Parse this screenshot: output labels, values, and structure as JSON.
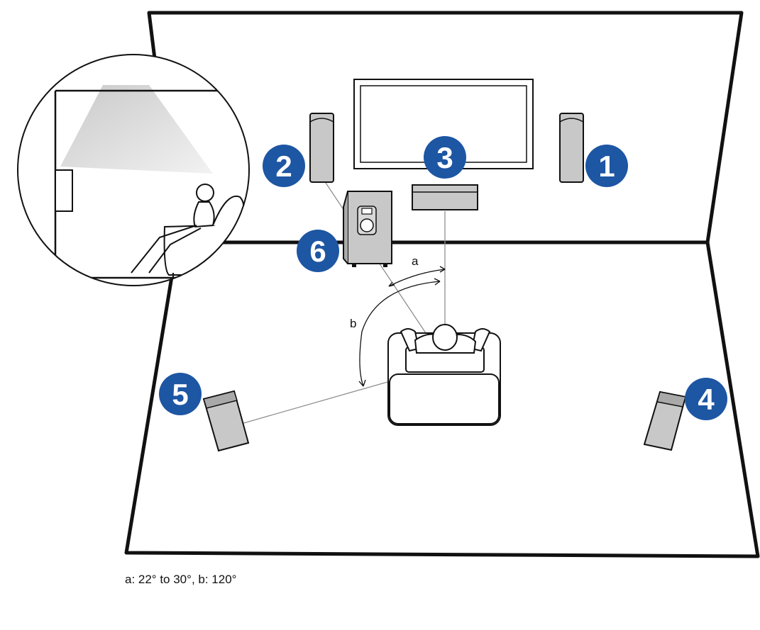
{
  "caption": "a: 22° to 30°, b: 120°",
  "angles": {
    "a": "a",
    "b": "b"
  },
  "badges": {
    "front_right": "1",
    "front_left": "2",
    "center": "3",
    "surround_right": "4",
    "surround_left": "5",
    "subwoofer": "6"
  },
  "colors": {
    "badge": "#1d56a3",
    "speaker": "#c8c8c8",
    "speaker_dark": "#a9a9a9",
    "line": "#111111",
    "guide": "#9a9a9a"
  }
}
